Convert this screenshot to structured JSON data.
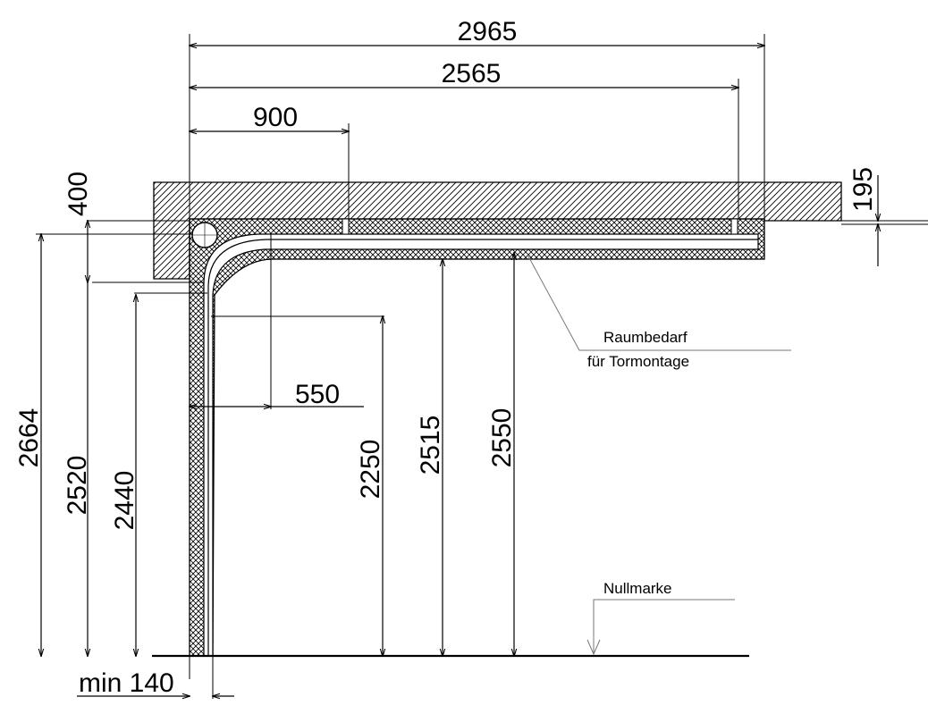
{
  "dimensions": {
    "total_depth": "2965",
    "rail_depth": "2565",
    "bracket_depth": "900",
    "lintel_400": "400",
    "lintel_195": "195",
    "clearance_550": "550",
    "height_2664": "2664",
    "height_2520": "2520",
    "height_2440": "2440",
    "height_2250": "2250",
    "height_2515": "2515",
    "height_2550": "2550",
    "side_min": "min 140"
  },
  "labels": {
    "space_line1": "Raumbedarf",
    "space_line2": "für Tormontage",
    "zero_mark": "Nullmarke"
  },
  "colors": {
    "line": "#000000",
    "leader": "#777777",
    "background": "#ffffff"
  }
}
